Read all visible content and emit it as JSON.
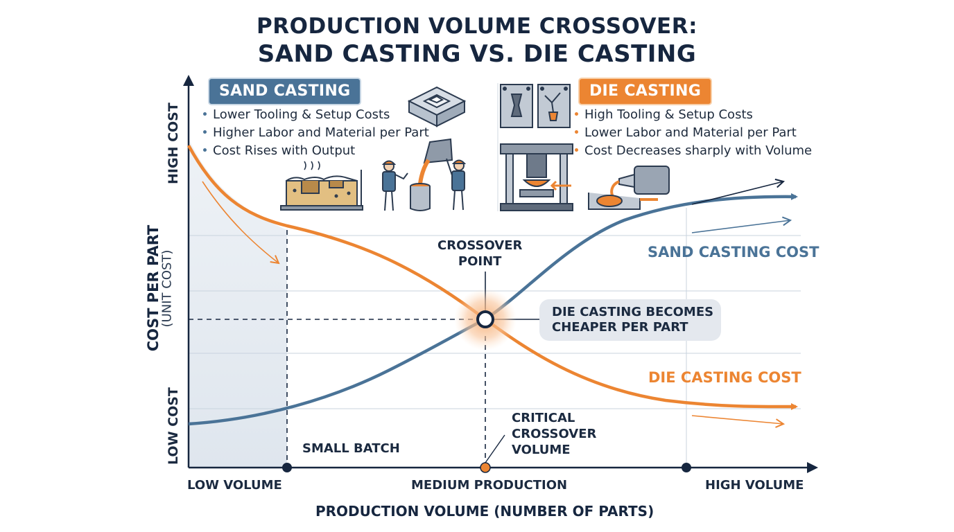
{
  "title": {
    "line1": "PRODUCTION VOLUME CROSSOVER:",
    "line2": "SAND CASTING VS. DIE CASTING"
  },
  "sand_panel": {
    "heading": "SAND CASTING",
    "bullets": [
      "Lower Tooling & Setup Costs",
      "Higher Labor and Material per Part",
      "Cost Rises with Output"
    ]
  },
  "die_panel": {
    "heading": "DIE CASTING",
    "bullets": [
      "High Tooling & Setup Costs",
      "Lower Labor and Material per Part",
      "Cost Decreases sharply with Volume"
    ]
  },
  "y_axis": {
    "label": "COST PER PART",
    "sublabel": "(UNIT COST)",
    "high": "HIGH COST",
    "low": "LOW COST"
  },
  "x_axis": {
    "label": "PRODUCTION VOLUME (NUMBER OF PARTS)",
    "low": "LOW VOLUME",
    "medium": "MEDIUM PRODUCTION",
    "high": "HIGH VOLUME"
  },
  "annotations": {
    "crossover_point": "CROSSOVER\nPOINT",
    "callout": "DIE CASTING BECOMES\nCHEAPER PER PART",
    "small_batch": "SMALL BATCH",
    "critical_volume": "CRITICAL\nCROSSOVER\nVOLUME"
  },
  "series_labels": {
    "sand": "SAND CASTING COST",
    "die": "DIE CASTING COST"
  },
  "colors": {
    "sand": "#4a7397",
    "die": "#ec8532",
    "axis": "#16263f",
    "shade": "#e8edf3"
  },
  "icons": [
    "sand-mold-icon",
    "sand-mold-box-icon",
    "foundry-worker-icon",
    "pouring-ladle-icon",
    "die-mold-halves-icon",
    "die-casting-press-icon",
    "injection-nozzle-icon"
  ]
}
